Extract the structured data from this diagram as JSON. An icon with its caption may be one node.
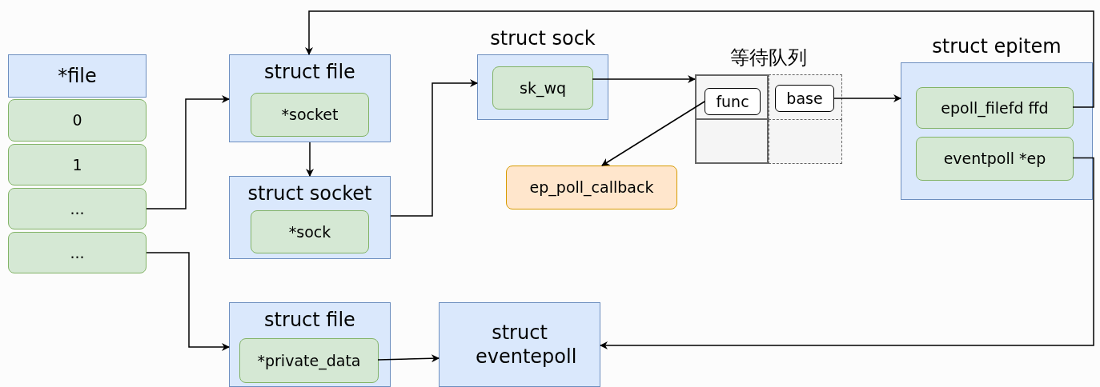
{
  "diagram": {
    "nodes": [
      {
        "text": [
          "*file"
        ]
      },
      {
        "text": [
          "0"
        ]
      },
      {
        "text": [
          "1"
        ]
      },
      {
        "text": [
          "..."
        ]
      },
      {
        "text": [
          "..."
        ]
      },
      {
        "text": [
          "struct file"
        ]
      },
      {
        "text": [
          "*socket"
        ],
        "in": 5
      },
      {
        "text": [
          "struct socket"
        ]
      },
      {
        "text": [
          "*sock"
        ],
        "in": 7
      },
      {
        "text": [
          "struct sock"
        ]
      },
      {
        "text": [
          "sk_wq"
        ],
        "in": 9
      },
      {
        "text": [
          "等待队列"
        ]
      },
      {
        "text": [
          "func"
        ],
        "in": 11
      },
      {
        "text": [
          "base"
        ],
        "in": 11
      },
      {
        "text": [
          "ep_poll_callback"
        ]
      },
      {
        "text": [
          "struct epitem"
        ]
      },
      {
        "text": [
          "epoll_filefd ffd"
        ],
        "in": 15
      },
      {
        "text": [
          "eventpoll *ep"
        ],
        "in": 15
      },
      {
        "text": [
          "struct file"
        ]
      },
      {
        "text": [
          "*private_data"
        ],
        "in": 18
      },
      {
        "text": [
          "struct eventepoll"
        ]
      }
    ],
    "edges": [
      {
        "from": 3,
        "to": 5,
        "arrow": "to"
      },
      {
        "from": 4,
        "to": 18,
        "arrow": "to"
      },
      {
        "from": 5,
        "to": 7,
        "arrow": "to"
      },
      {
        "from": 7,
        "to": 9,
        "arrow": "to"
      },
      {
        "from": 10,
        "to": 11,
        "arrow": "to"
      },
      {
        "from": 12,
        "to": 14,
        "arrow": "to"
      },
      {
        "from": 13,
        "to": 15,
        "arrow": "to"
      },
      {
        "from": 16,
        "to": 5,
        "arrow": "to"
      },
      {
        "from": 17,
        "to": 20,
        "arrow": "to"
      },
      {
        "from": 19,
        "to": 20,
        "arrow": "to"
      }
    ]
  }
}
